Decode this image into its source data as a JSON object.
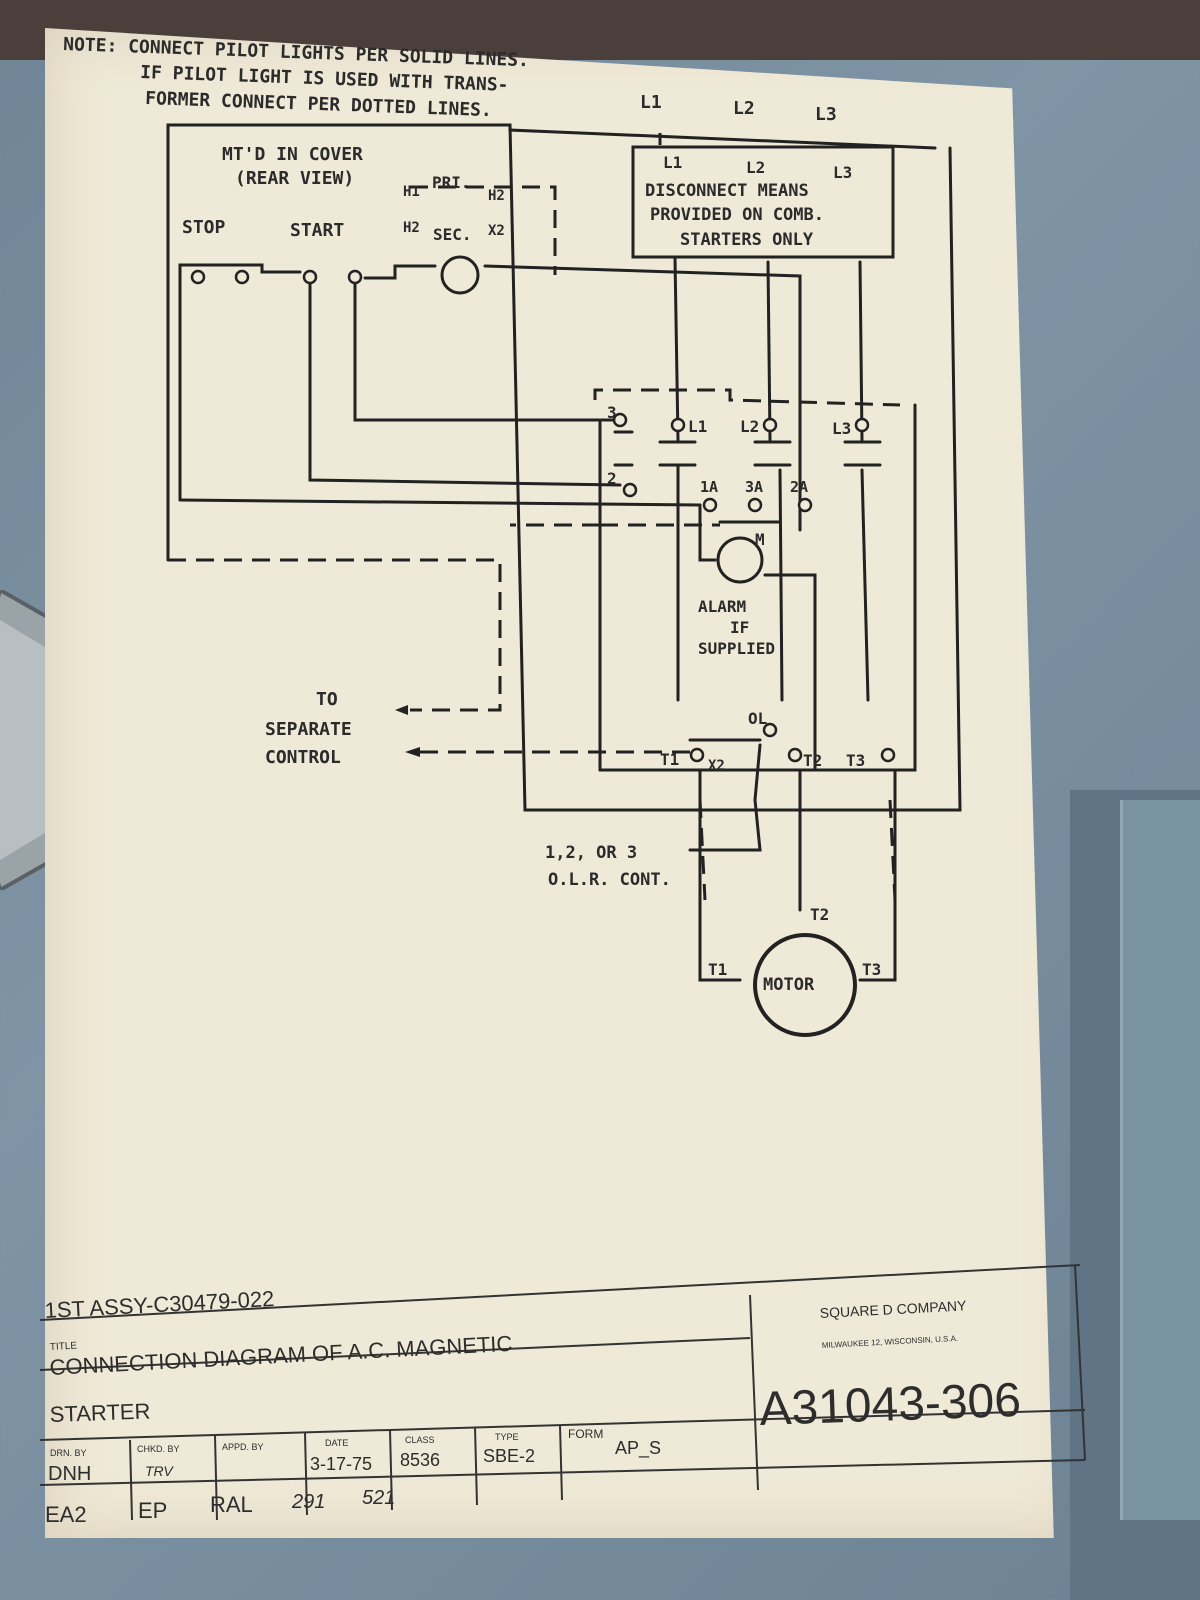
{
  "note": {
    "line1": "NOTE: CONNECT PILOT LIGHTS PER SOLID LINES.",
    "line2": "IF PILOT LIGHT IS USED WITH TRANS-",
    "line3": "FORMER CONNECT PER DOTTED LINES."
  },
  "cover": {
    "title1": "MT'D IN COVER",
    "title2": "(REAR VIEW)",
    "stop": "STOP",
    "start": "START",
    "pri": "PRI.",
    "sec": "SEC.",
    "h1": "H1",
    "h2a": "H2",
    "h2b": "H2",
    "x2": "X2"
  },
  "lines_top": {
    "l1": "L1",
    "l2": "L2",
    "l3": "L3"
  },
  "disconnect": {
    "l1": "L1",
    "l2": "L2",
    "l3": "L3",
    "line1": "DISCONNECT MEANS",
    "line2": "PROVIDED ON COMB.",
    "line3": "STARTERS ONLY"
  },
  "starter": {
    "c3": "3",
    "c2": "2",
    "l1": "L1",
    "l2": "L2",
    "l3": "L3",
    "a1": "1A",
    "a3": "3A",
    "a2": "2A",
    "coil": "M",
    "alarm1": "ALARM",
    "alarm2": "IF",
    "alarm3": "SUPPLIED",
    "ol": "OL",
    "t1": "T1",
    "x2": "X2",
    "t2": "T2",
    "t3": "T3"
  },
  "separate": {
    "line1": "TO",
    "line2": "SEPARATE",
    "line3": "CONTROL"
  },
  "olr": {
    "line1": "1,2, OR 3",
    "line2": "O.L.R. CONT."
  },
  "motor": {
    "label": "MOTOR",
    "t1": "T1",
    "t2": "T2",
    "t3": "T3"
  },
  "title_block": {
    "list_assy": "1ST ASSY-C30479-022",
    "title_caption": "TITLE",
    "title1": "CONNECTION DIAGRAM OF A.C. MAGNETIC",
    "title2": "STARTER",
    "company": "SQUARE D COMPANY",
    "company_city": "MILWAUKEE 12, WISCONSIN, U.S.A.",
    "drawing_number": "A31043-306",
    "hdr_drn": "DRN. BY",
    "hdr_chkd": "CHKD. BY",
    "hdr_appd": "APPD. BY",
    "hdr_date": "DATE",
    "hdr_class": "CLASS",
    "hdr_type": "TYPE",
    "hdr_form": "FORM",
    "drn": "DNH",
    "chkd": "TRV",
    "date": "3-17-75",
    "class": "8536",
    "type": "SBE-2",
    "form": "AP_S",
    "rev1": "EA2",
    "rev2": "EP",
    "rev3": "RAL",
    "rev4": "291",
    "rev5": "521"
  }
}
